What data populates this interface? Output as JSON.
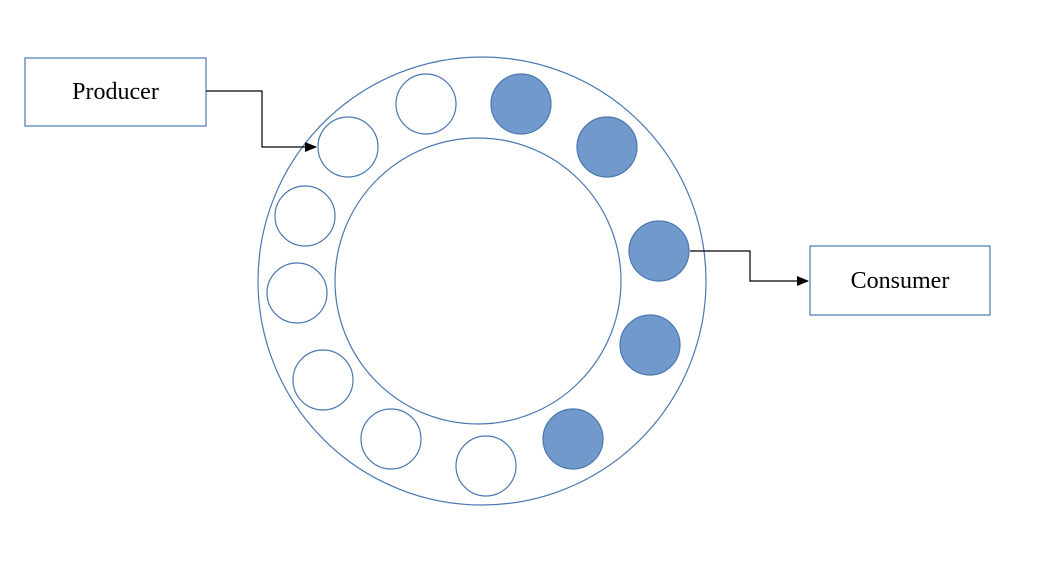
{
  "diagram": {
    "producer_label": "Producer",
    "consumer_label": "Consumer"
  },
  "colors": {
    "outline": "#4a78b0",
    "filled_slot": "#7199cc",
    "empty_slot": "#ffffff",
    "arrow": "#000000",
    "box_border": "#4a78b0"
  },
  "ring_slots": [
    {
      "state": "empty"
    },
    {
      "state": "filled"
    },
    {
      "state": "filled"
    },
    {
      "state": "filled"
    },
    {
      "state": "filled"
    },
    {
      "state": "filled"
    },
    {
      "state": "empty"
    },
    {
      "state": "empty"
    },
    {
      "state": "empty"
    },
    {
      "state": "empty"
    },
    {
      "state": "empty"
    },
    {
      "state": "empty"
    }
  ]
}
